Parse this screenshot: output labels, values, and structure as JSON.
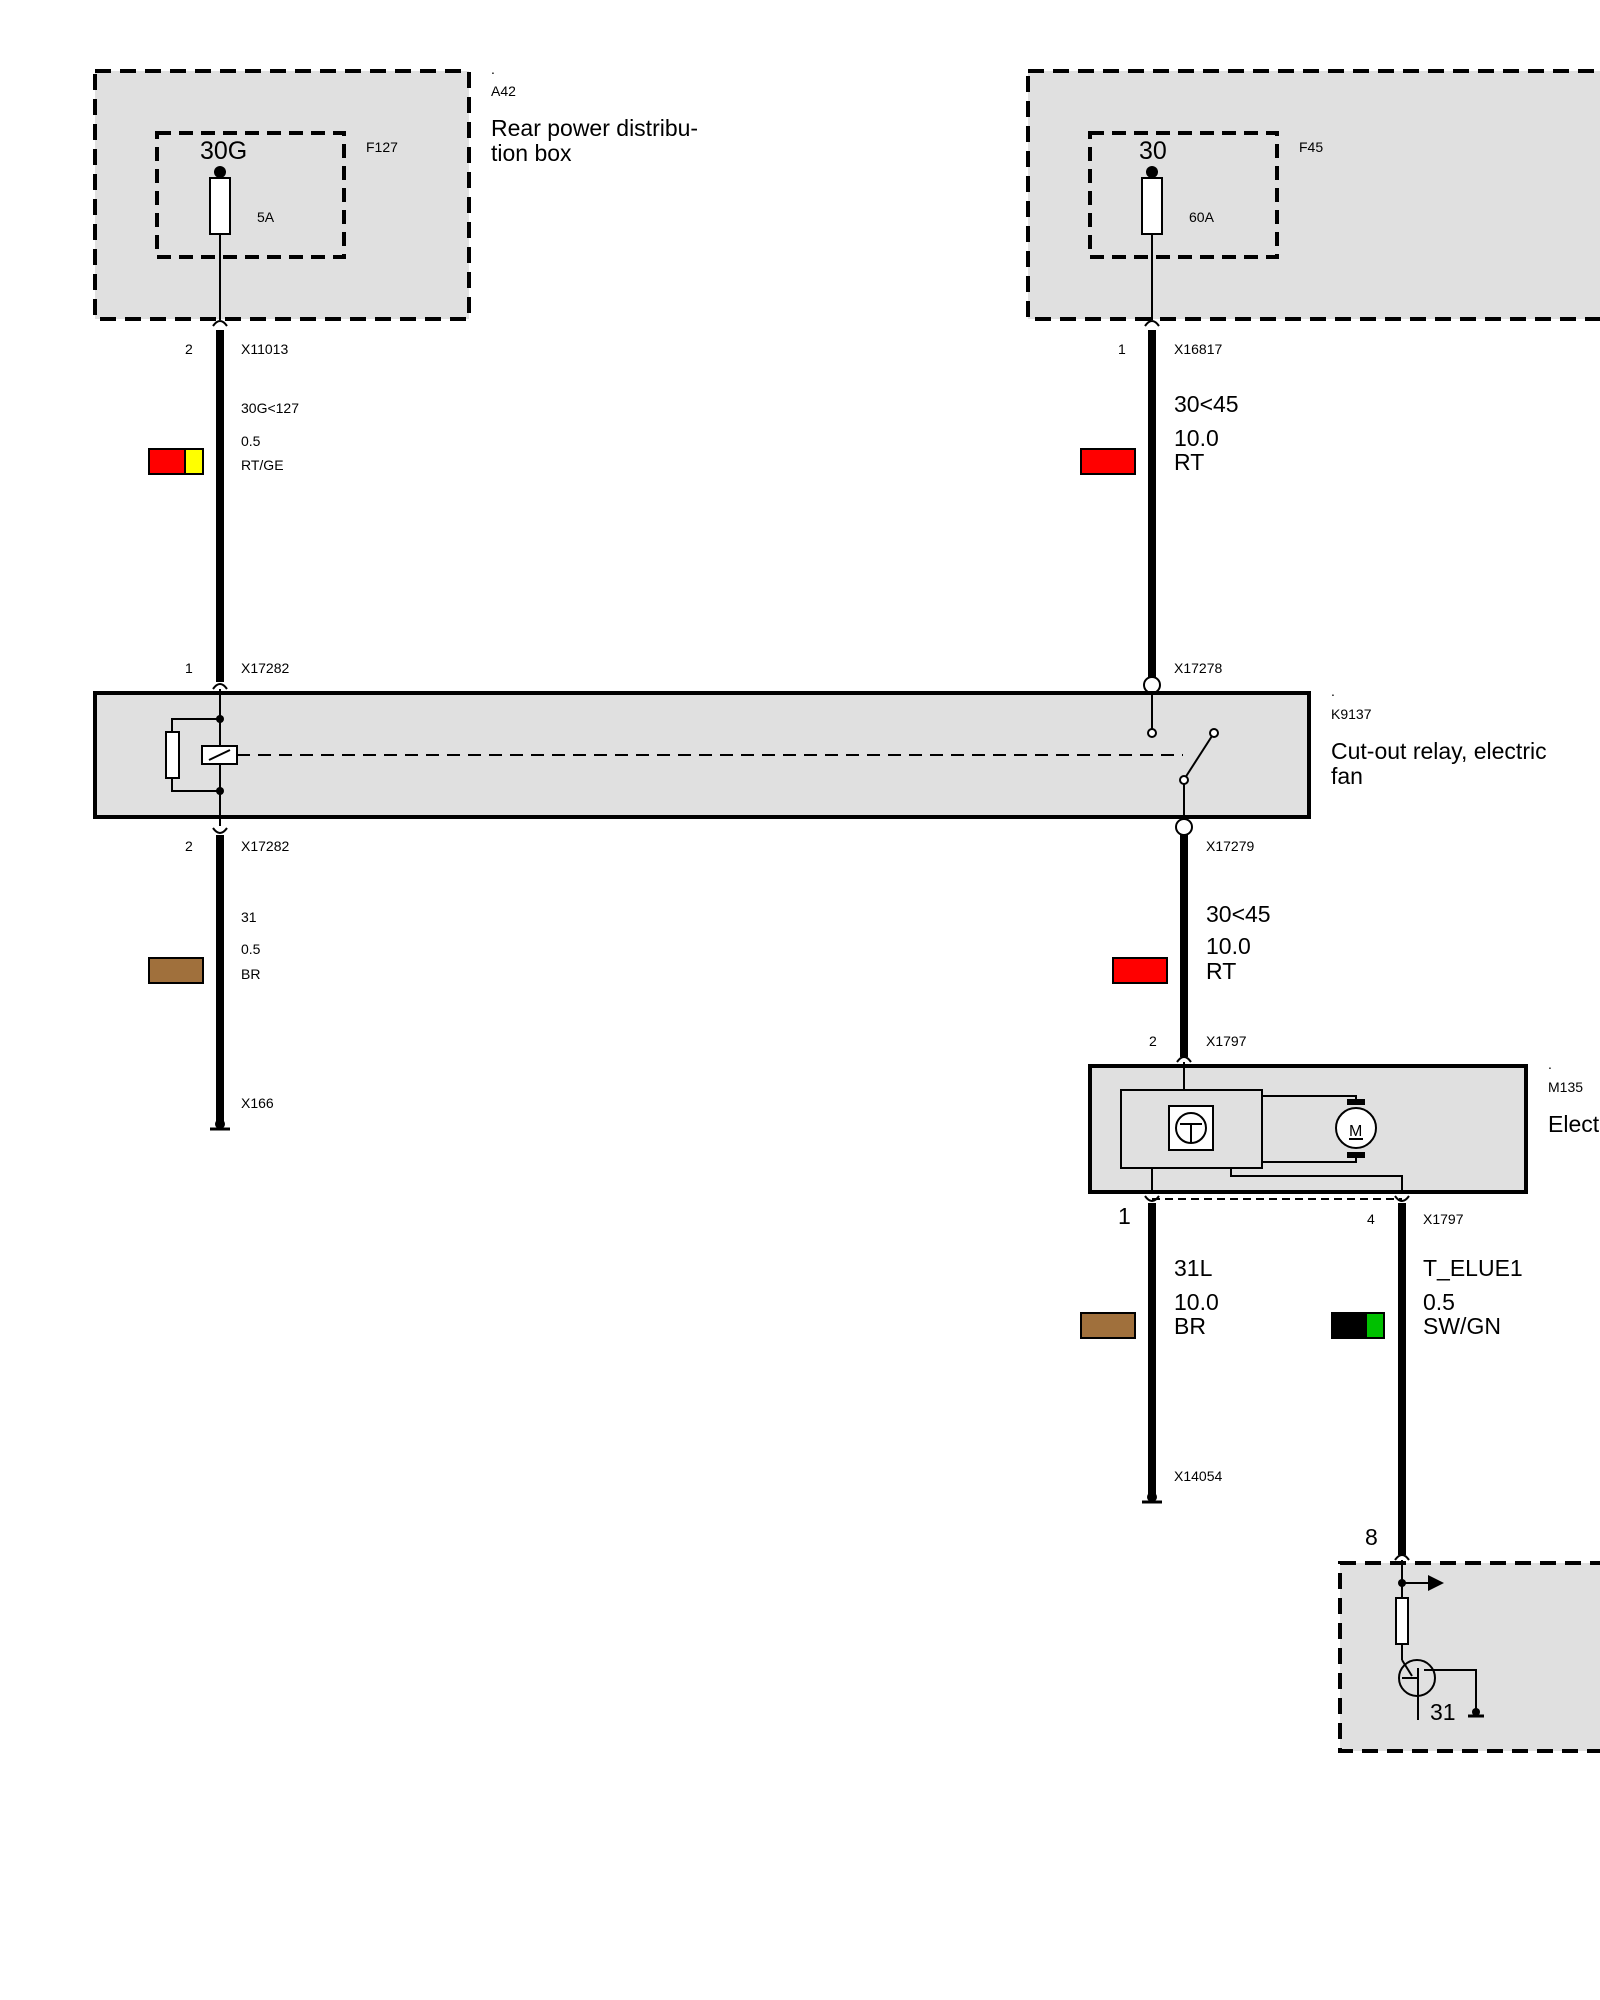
{
  "components": {
    "a42": {
      "id": "A42",
      "dot": ".",
      "name_line1": "Rear power distribu-",
      "name_line2": "tion box",
      "fuse_id": "F127",
      "terminal": "30G",
      "rating": "5A"
    },
    "f45_box": {
      "fuse_id": "F45",
      "terminal": "30",
      "rating": "60A"
    },
    "k9137": {
      "id": "K9137",
      "dot": ".",
      "name_line1": "Cut-out relay, electric",
      "name_line2": "fan"
    },
    "m135": {
      "id": "M135",
      "dot": ".",
      "name": "Elect",
      "motor_symbol": "M"
    },
    "control_unit": {
      "pin": "8",
      "ground_label": "31"
    }
  },
  "wires": {
    "w1": {
      "pin_top": "2",
      "connector_top": "X11013",
      "signal": "30G<127",
      "cross_section": "0.5",
      "color_code": "RT/GE",
      "colors": [
        "#ff0000",
        "#ffff00"
      ]
    },
    "w2": {
      "pin_top": "1",
      "connector_top": "X16817",
      "signal": "30<45",
      "cross_section": "10.0",
      "color_code": "RT",
      "colors": [
        "#ff0000"
      ]
    },
    "w3": {
      "pin_top": "2",
      "connector_top": "X17282",
      "signal": "31",
      "cross_section": "0.5",
      "color_code": "BR",
      "colors": [
        "#a0703c"
      ],
      "ground_connector": "X166"
    },
    "w4": {
      "connector_top": "X17279",
      "signal": "30<45",
      "cross_section": "10.0",
      "color_code": "RT",
      "colors": [
        "#ff0000"
      ]
    },
    "w5": {
      "pin_top": "1",
      "signal": "31L",
      "cross_section": "10.0",
      "color_code": "BR",
      "colors": [
        "#a0703c"
      ],
      "ground_connector": "X14054"
    },
    "w6": {
      "pin_top": "4",
      "connector_top": "X1797",
      "signal": "T_ELUE1",
      "cross_section": "0.5",
      "color_code": "SW/GN",
      "colors": [
        "#000000",
        "#00c000"
      ]
    }
  },
  "relay_connectors": {
    "left_top_pin": "1",
    "left_top_conn": "X17282",
    "right_top_conn": "X17278"
  },
  "motor_connector": {
    "pin": "2",
    "conn": "X1797"
  }
}
